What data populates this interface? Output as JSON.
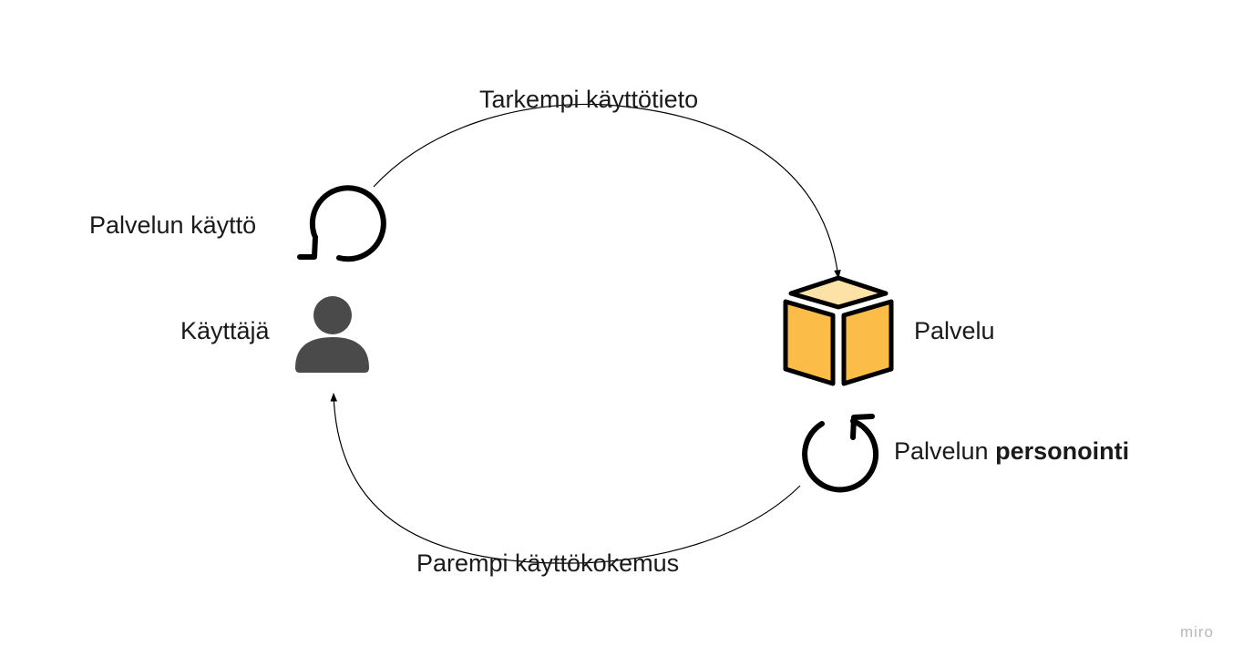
{
  "diagram": {
    "top_label": "Tarkempi käyttötieto",
    "bottom_label": "Parempi käyttökokemus",
    "user": {
      "label": "Käyttäjä",
      "icon": "user-icon",
      "loop_label": "Palvelun käyttö",
      "loop_icon": "counterclockwise-arrow-icon"
    },
    "service": {
      "label": "Palvelu",
      "icon": "box-icon",
      "loop_label_prefix": "Palvelun",
      "loop_label_bold": "personointi",
      "loop_icon": "clockwise-arrow-icon"
    },
    "colors": {
      "box_front": "#fbbd48",
      "box_top": "#fde2a8",
      "user": "#4a4a4a",
      "stroke": "#000000"
    }
  },
  "watermark": "miro"
}
